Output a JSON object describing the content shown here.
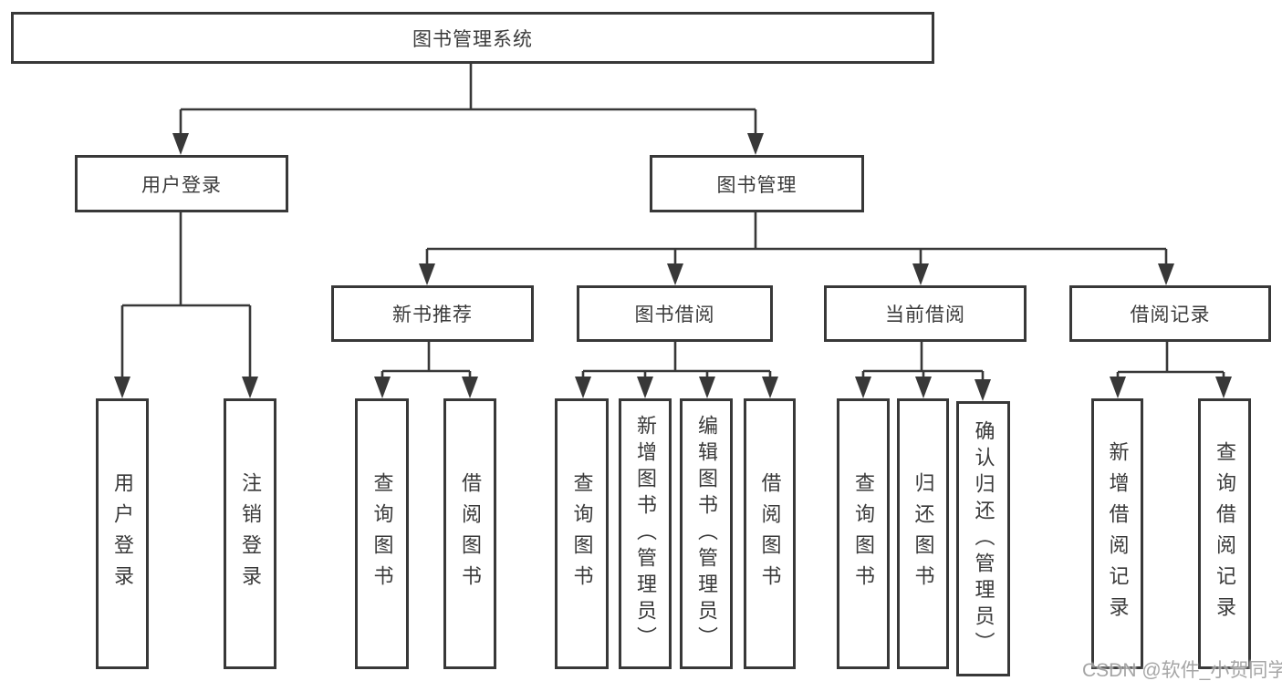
{
  "nodes": {
    "root": "图书管理系统",
    "user_login": "用户登录",
    "book_mgmt": "图书管理",
    "new_books": "新书推荐",
    "book_borrow": "图书借阅",
    "current_borrow": "当前借阅",
    "borrow_records": "借阅记录",
    "leaves": {
      "user_login": [
        "用户登录",
        "注销登录"
      ],
      "new_books": [
        "查询图书",
        "借阅图书"
      ],
      "book_borrow": [
        "查询图书",
        "新增图书（管理员）",
        "编辑图书（管理员）",
        "借阅图书"
      ],
      "current_borrow": [
        "查询图书",
        "归还图书",
        "确认归还（管理员）"
      ],
      "borrow_records": [
        "新增借阅记录",
        "查询借阅记录"
      ]
    }
  },
  "watermark": "CSDN @软件_小贺同学",
  "colors": {
    "line": "#383838",
    "text": "#3a3a3a",
    "watermark": "#9e9e9e"
  }
}
